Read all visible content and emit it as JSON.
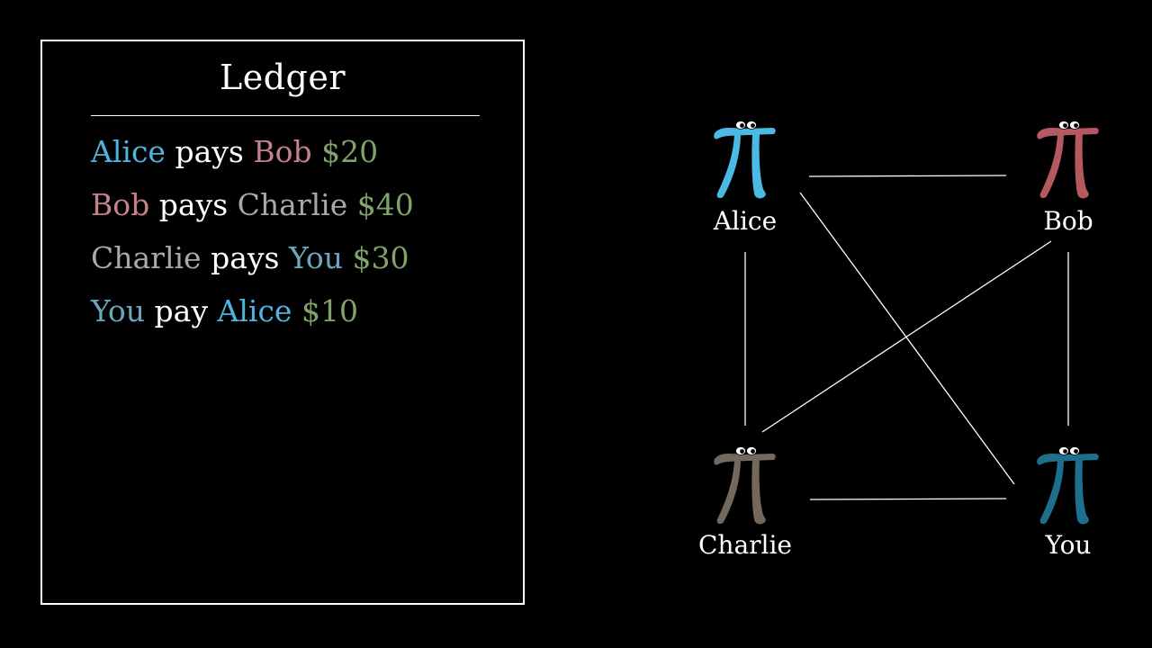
{
  "colors": {
    "background": "#000000",
    "frame": "#ffffff",
    "alice": "#4fb3df",
    "bob": "#c6818a",
    "charlie": "#a9a9a9",
    "you": "#6aa6bd",
    "amount": "#7fa36b",
    "verb": "#ffffff",
    "edge": "#ffffff"
  },
  "ledger": {
    "title": "Ledger",
    "entries": [
      {
        "payer": "Alice",
        "verb": "pays",
        "payee": "Bob",
        "amount": "$20"
      },
      {
        "payer": "Bob",
        "verb": "pays",
        "payee": "Charlie",
        "amount": "$40"
      },
      {
        "payer": "Charlie",
        "verb": "pays",
        "payee": "You",
        "amount": "$30"
      },
      {
        "payer": "You",
        "verb": "pay",
        "payee": "Alice",
        "amount": "$10"
      }
    ]
  },
  "network": {
    "nodes": [
      {
        "id": "alice",
        "label": "Alice",
        "color": "#4ab9e3",
        "icon": "pi-creature-icon"
      },
      {
        "id": "bob",
        "label": "Bob",
        "color": "#b3595f",
        "icon": "pi-creature-icon"
      },
      {
        "id": "charlie",
        "label": "Charlie",
        "color": "#74675b",
        "icon": "pi-creature-icon"
      },
      {
        "id": "you",
        "label": "You",
        "color": "#1e6f8e",
        "icon": "pi-creature-icon"
      }
    ],
    "edges": [
      [
        "alice",
        "bob"
      ],
      [
        "alice",
        "charlie"
      ],
      [
        "alice",
        "you"
      ],
      [
        "bob",
        "charlie"
      ],
      [
        "bob",
        "you"
      ],
      [
        "charlie",
        "you"
      ]
    ]
  }
}
